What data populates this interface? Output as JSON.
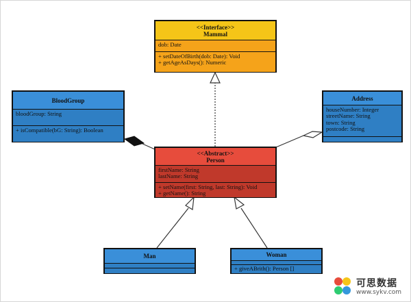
{
  "classes": {
    "mammal": {
      "stereotype": "<<Interface>>",
      "name": "Mammal",
      "attributes": [
        "dob: Date"
      ],
      "methods": [
        "+ setDateOfBirth(dob: Date): Void",
        "+ getAgeAsDays(): Numeric"
      ]
    },
    "person": {
      "stereotype": "<<Abstract>>",
      "name": "Person",
      "attributes": [
        "firstName: String",
        "lastName: String"
      ],
      "methods": [
        "+ setName(first: String, last: String): Void",
        "+ getName(): String"
      ]
    },
    "bloodgroup": {
      "name": "BloodGroup",
      "attributes": [
        "bloodGroup: String"
      ],
      "methods": [
        "+ isCompatible(bG: String): Boolean"
      ]
    },
    "address": {
      "name": "Address",
      "attributes": [
        "houseNumber: Integer",
        "streetName: String",
        "town: String",
        "postcode: String"
      ],
      "methods": []
    },
    "man": {
      "name": "Man",
      "attributes": [],
      "methods": []
    },
    "woman": {
      "name": "Woman",
      "attributes": [],
      "methods": [
        "+ giveABrith(): Person []"
      ]
    }
  },
  "colors": {
    "interface_header": "#f5c518",
    "interface_body": "#f5a31a",
    "abstract_header": "#e74c3c",
    "abstract_body": "#c0392b",
    "class_header": "#3a8fd9",
    "class_body": "#2f7fc4"
  },
  "watermark": {
    "text": "可思数据",
    "url": "www.sykv.com"
  }
}
